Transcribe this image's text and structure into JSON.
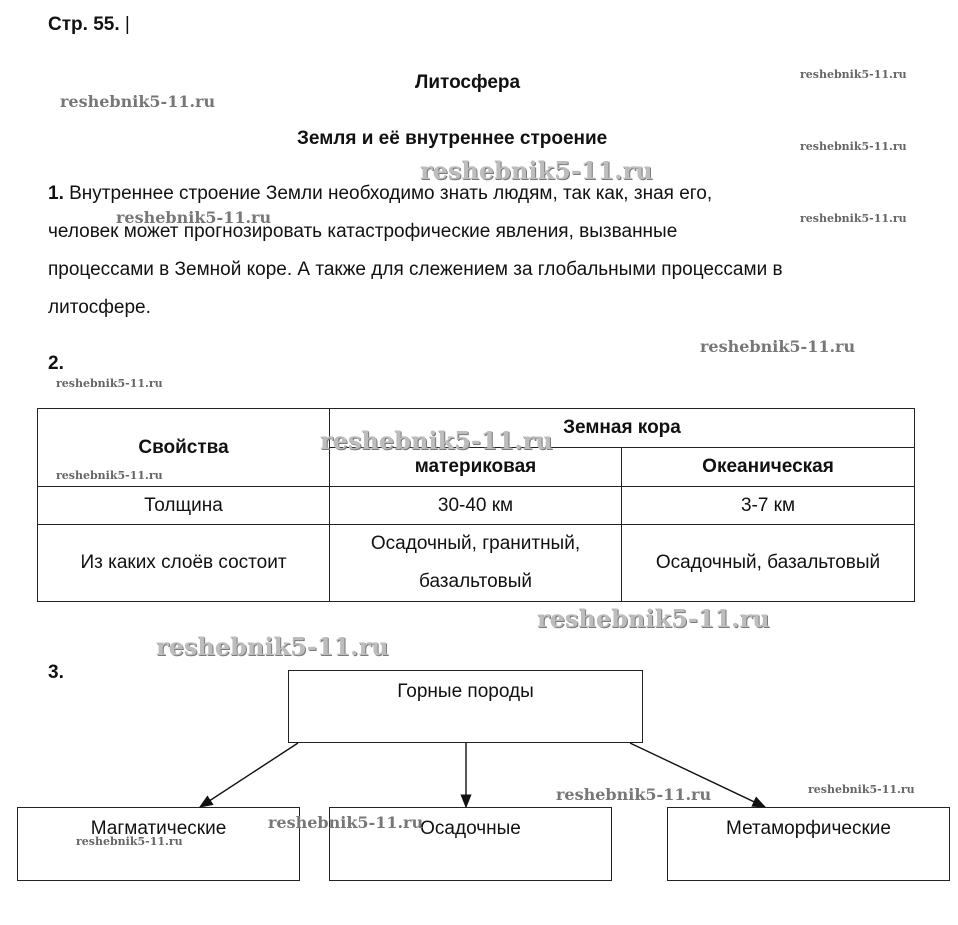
{
  "page": {
    "label": "Стр. 55. ",
    "cursor": "|"
  },
  "titles": {
    "section": "Литосфера",
    "topic": "Земля и её внутреннее строение"
  },
  "q1": {
    "num": "1.",
    "lines": [
      " Внутреннее строение Земли необходимо знать людям, так как, зная его,",
      "человек может прогнозировать катастрофические явления, вызванные",
      "процессами в Земной коре. А также для слежением за глобальными процессами в",
      "литосфере."
    ]
  },
  "q2": {
    "num": "2.",
    "table": {
      "col_properties": "Свойства",
      "col_group": "Земная кора",
      "col_cont": "материковая",
      "col_ocean": "Океаническая",
      "rows": [
        {
          "prop": "Толщина",
          "cont": "30-40 км",
          "ocean": "3-7 км"
        },
        {
          "prop": "Из каких слоёв состоит",
          "cont_1": "Осадочный, гранитный,",
          "cont_2": "базальтовый",
          "ocean": "Осадочный, базальтовый"
        }
      ]
    }
  },
  "q3": {
    "num": "3.",
    "root": "Горные породы",
    "children": [
      "Магматические",
      "Осадочные",
      "Метаморфические"
    ]
  },
  "watermark": "reshebnik5-11.ru"
}
